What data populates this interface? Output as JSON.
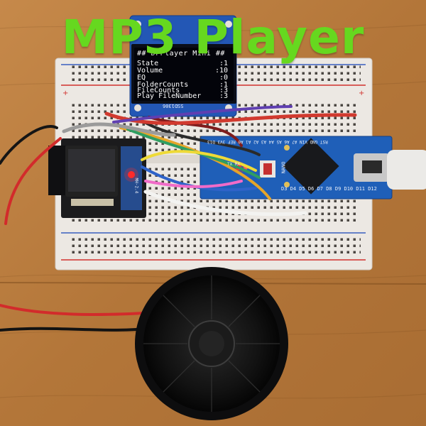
{
  "title": "MP3 Player",
  "oled": {
    "header": "## DFPlayer Mini ##",
    "rows": [
      {
        "label": "State",
        "value": ":1"
      },
      {
        "label": "Volume",
        "value": ":10"
      },
      {
        "label": "EQ",
        "value": ":0"
      },
      {
        "label": "FolderCounts",
        "value": ":1"
      },
      {
        "label": "FileCounts",
        "value": ":3"
      },
      {
        "label": "Play FileNumber",
        "value": ":3"
      }
    ]
  },
  "oled_pcb_label": "SSD1306",
  "nano_labels": {
    "board": "NANO",
    "pins_bottom": "D3  D4  D5  D6  D7  D8  D9  D10 D11 D12",
    "pins_top": "RST GND VIN  A7 A6 A5 A4 A3 A2 A1 A0 REF 3V3 D13",
    "leds": "TX  RX"
  },
  "mp3_module_label": "MH-2.4",
  "colors": {
    "title": "#66d81f",
    "wood": "#b77a3e",
    "breadboard": "#ece8e3",
    "nano": "#1f5fb8",
    "oled_blue": "#2357b5"
  }
}
